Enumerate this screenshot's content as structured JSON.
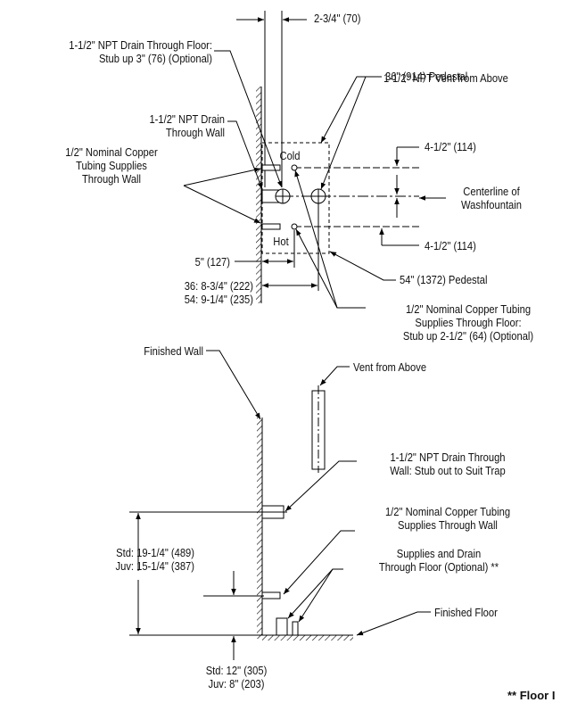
{
  "top": {
    "drain_floor": "1-1/2\" NPT Drain Through Floor:\nStub up 3\" (76) (Optional)",
    "dim_2_3_4": "2-3/4\" (70)",
    "pedestal_36": "36\" (914) Pedestal",
    "vent_above": "1-1/2\" NPT Vent from Above",
    "drain_wall": "1-1/2\" NPT Drain\nThrough Wall",
    "dim_4_1_2_top": "4-1/2\" (114)",
    "cold": "Cold",
    "supplies_wall": "1/2\" Nominal Copper\nTubing Supplies\nThrough Wall",
    "centerline": "Centerline of\nWashfountain",
    "hot": "Hot",
    "dim_4_1_2_bottom": "4-1/2\" (114)",
    "dim_5": "5\" (127)",
    "pedestal_54": "54\" (1372) Pedestal",
    "dim_36_54": "36: 8-3/4\" (222)\n54: 9-1/4\" (235)",
    "supplies_floor": "1/2\" Nominal Copper Tubing\nSupplies Through Floor:\nStub up 2-1/2\" (64) (Optional)"
  },
  "side": {
    "finished_wall": "Finished Wall",
    "vent_above": "Vent from Above",
    "drain_wall": "1-1/2\" NPT Drain Through\nWall: Stub out to Suit Trap",
    "supplies_wall": "1/2\" Nominal Copper Tubing\nSupplies Through Wall",
    "std_juv_height": "Std: 19-1/4\" (489)\nJuv: 15-1/4\" (387)",
    "supplies_drain_floor": "Supplies and Drain\nThrough Floor (Optional) **",
    "finished_floor": "Finished Floor",
    "std_juv_floor": "Std: 12\" (305)\nJuv: 8\" (203)"
  },
  "footnote": "** Floor I"
}
